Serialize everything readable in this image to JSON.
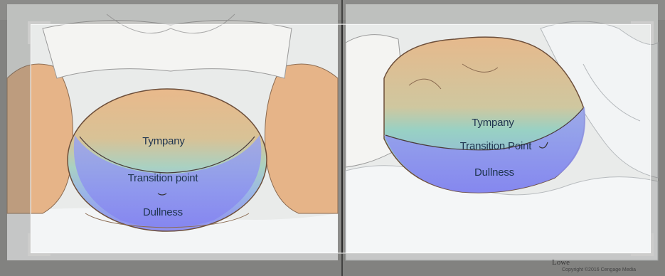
{
  "panels": [
    {
      "id": "supine",
      "labels": {
        "tympany": "Tympany",
        "transition": "Transition point",
        "dullness": "Dullness"
      }
    },
    {
      "id": "lateral",
      "labels": {
        "tympany": "Tympany",
        "transition": "Transition Point",
        "dullness": "Dullness"
      }
    }
  ],
  "watermark": {
    "brand": "Lowe",
    "copyright": "Copyright ©2016 Cengage Media"
  },
  "colors": {
    "tympany": "#8fd0c4",
    "dullness": "#8c8cf2",
    "skin": "#e7b98d",
    "sheet": "#f1f3f4"
  }
}
